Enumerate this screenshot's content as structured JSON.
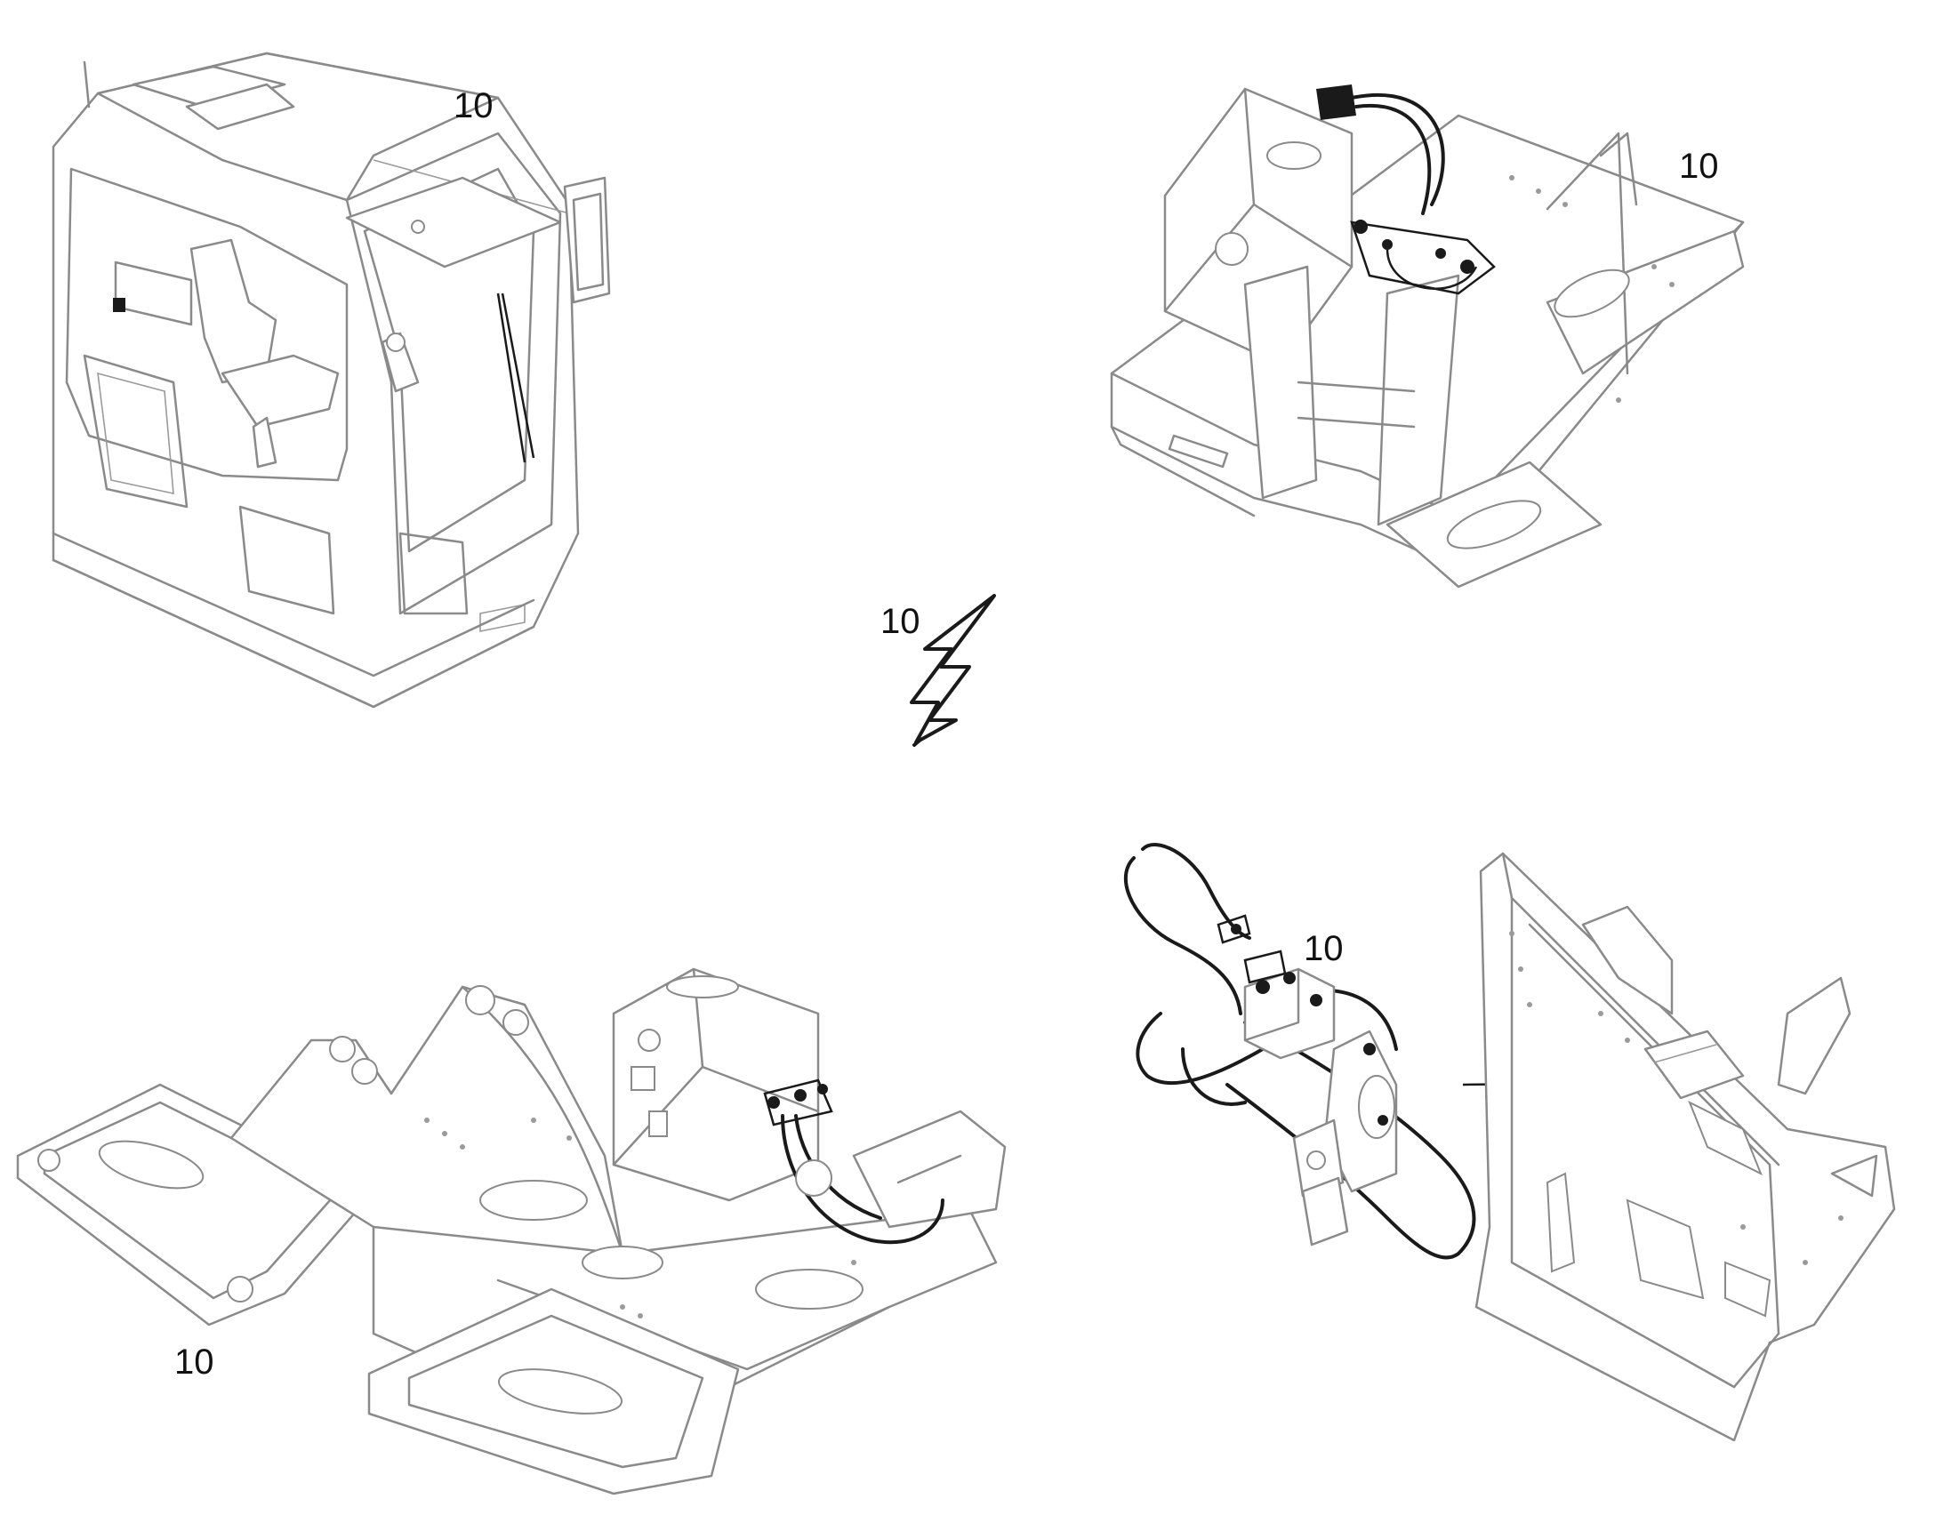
{
  "callouts": {
    "cab": "10",
    "upper_structure": "10",
    "electrical_symbol": "10",
    "lower_frame": "10",
    "hydraulic_unit": "10"
  },
  "colors": {
    "line": "#8a8a8a",
    "highlight": "#1a1a1a",
    "background": "#ffffff"
  },
  "icons": {
    "electrical": "lightning-bolt-icon"
  }
}
